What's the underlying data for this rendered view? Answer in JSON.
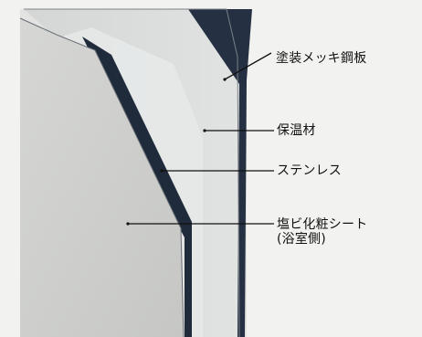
{
  "diagram": {
    "labels": {
      "coated_steel": "塗装メッキ鋼板",
      "insulation": "保温材",
      "stainless": "ステンレス",
      "pvc_sheet_line1": "塩ビ化粧シート",
      "pvc_sheet_line2": "(浴室側)"
    },
    "colors": {
      "background": "#f2f2f1",
      "shadow": "#bdbdbc",
      "inner_sheet": "#cfd0ce",
      "inner_sheet_dark": "#bfc0be",
      "insulation": "#d6d8d8",
      "insulation_light": "#e3e5e5",
      "stainless_band": "#1f2b3a",
      "coated_steel_band": "#253142",
      "outline": "#5d646b",
      "leader": "#111111"
    }
  }
}
